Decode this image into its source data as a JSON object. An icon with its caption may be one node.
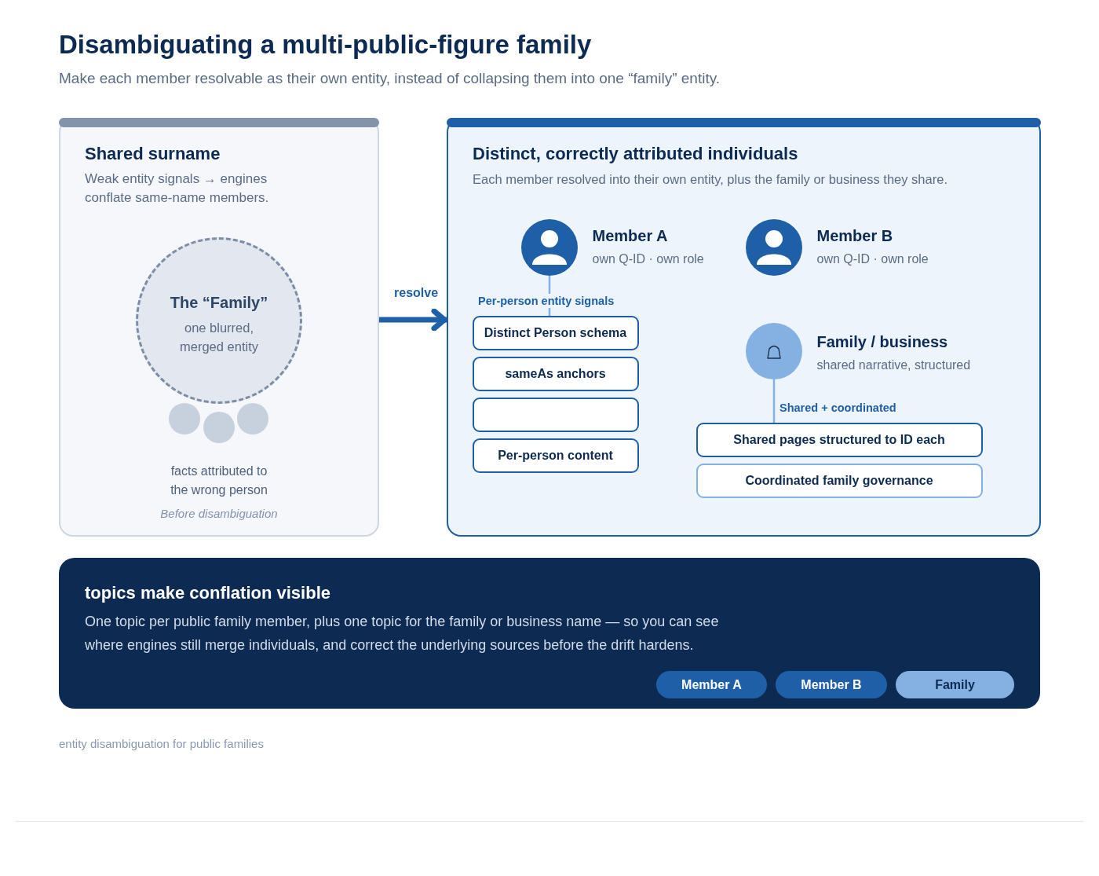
{
  "diagram": {
    "title": "Disambiguating a multi-public-figure family",
    "nodes": [
      {
        "text": [
          "Shared surname",
          "Weak entity signals → engines conflate same-name members.",
          "Before disambiguation"
        ]
      },
      {
        "text": [
          "The “Family”",
          "one blurred, merged entity"
        ],
        "in": 0
      },
      {
        "text": [],
        "shape": "circle",
        "in": 0
      },
      {
        "text": [],
        "shape": "circle",
        "in": 0
      },
      {
        "text": [],
        "shape": "circle",
        "in": 0
      },
      {
        "text": [
          "Distinct, correctly attributed individuals",
          "Each member resolved into their own entity, plus the family or business they share."
        ]
      },
      {
        "text": [
          "Member A",
          "own Q-ID · own role"
        ],
        "in": 5
      },
      {
        "text": [
          "Member B",
          "own Q-ID · own role"
        ],
        "in": 5
      },
      {
        "text": [
          "Family / business",
          "shared narrative, structured"
        ],
        "in": 5
      },
      {
        "text": [
          "Distinct Person schema"
        ],
        "in": 5
      },
      {
        "text": [
          "sameAs anchors"
        ],
        "in": 5
      },
      {
        "text": [],
        "shape": "box",
        "in": 5
      },
      {
        "text": [
          "Per-person content"
        ],
        "in": 5
      },
      {
        "text": [
          "Shared pages structured to ID each"
        ],
        "in": 5
      },
      {
        "text": [
          "Coordinated family governance"
        ],
        "in": 5
      },
      {
        "text": [
          "topics make conflation visible",
          "One topic per public family member, plus one topic for the family or business name — so you can see where engines still merge individuals, and correct the underlying sources before the drift hardens."
        ]
      },
      {
        "text": [
          "Member A"
        ],
        "in": 15
      },
      {
        "text": [
          "Member B"
        ],
        "in": 15
      },
      {
        "text": [
          "Family"
        ],
        "in": 15
      }
    ],
    "edges": [
      {
        "from": 0,
        "to": 5,
        "arrow": "to",
        "label": "resolve",
        "style": "thick",
        "color": "#1f5fa8"
      },
      {
        "from": 6,
        "to": 9,
        "arrow": "none",
        "label": "Per-person entity signals"
      },
      {
        "from": 8,
        "to": 13,
        "arrow": "none",
        "label": "Shared + coordinated"
      }
    ],
    "labels": [
      "Make each member resolvable as their own entity, instead of collapsing them into one “family” entity.",
      "facts attributed to the wrong person",
      "entity disambiguation for public families"
    ]
  }
}
